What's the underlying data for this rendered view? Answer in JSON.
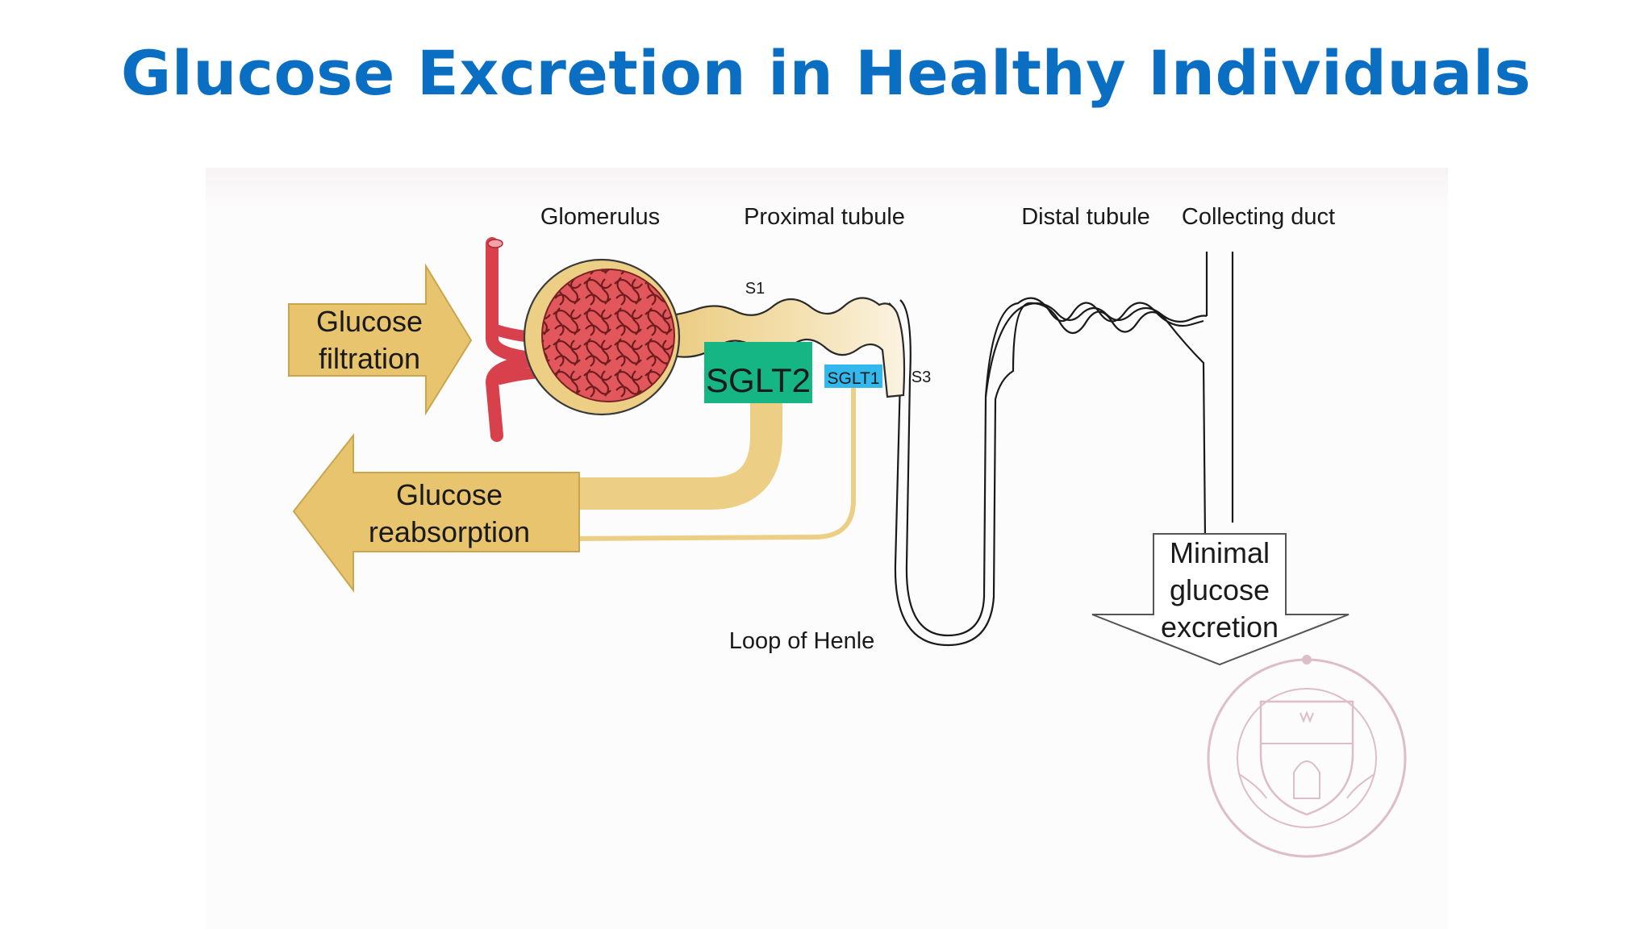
{
  "slide": {
    "title": "Glucose Excretion in Healthy Individuals"
  },
  "diagram": {
    "labels": {
      "glomerulus": "Glomerulus",
      "proximal_tubule": "Proximal tubule",
      "distal_tubule": "Distal tubule",
      "collecting_duct": "Collecting duct",
      "s1": "S1",
      "s3": "S3",
      "sglt2": "SGLT2",
      "sglt1": "SGLT1",
      "loop_of_henle": "Loop of Henle"
    },
    "arrows": {
      "filtration_line1": "Glucose",
      "filtration_line2": "filtration",
      "reabsorption_line1": "Glucose",
      "reabsorption_line2": "reabsorption",
      "excretion_line1": "Minimal",
      "excretion_line2": "glucose",
      "excretion_line3": "excretion"
    },
    "colors": {
      "title_blue": "#0a6fc2",
      "arrow_tan": "#e8c46e",
      "tubule_tan": "#eccf85",
      "vessel_red": "#d8414b",
      "sglt2_green": "#15b584",
      "sglt1_blue": "#33b8ee",
      "seal_mauve": "#c48a9a"
    }
  }
}
